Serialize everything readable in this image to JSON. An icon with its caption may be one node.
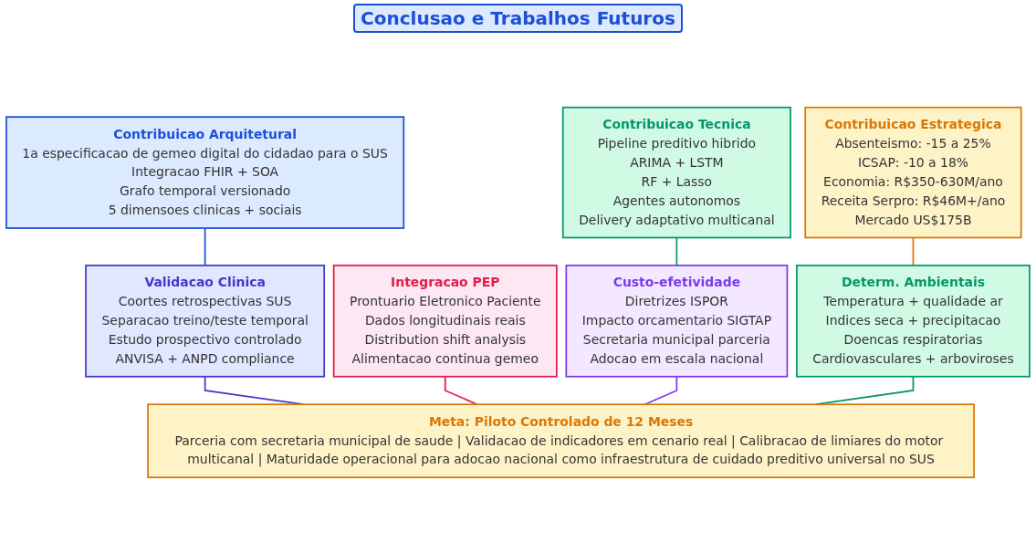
{
  "diagram": {
    "title": "Conclusao e Trabalhos Futuros",
    "nodes": [
      {
        "text": [
          "Contribuicao Arquitetural",
          "1a especificacao de gemeo digital do cidadao para o SUS",
          "Integracao FHIR + SOA",
          "Grafo temporal versionado",
          "5 dimensoes clinicas + sociais"
        ]
      },
      {
        "text": [
          "Contribuicao Tecnica",
          "Pipeline preditivo hibrido",
          "ARIMA + LSTM",
          "RF + Lasso",
          "Agentes autonomos",
          "Delivery adaptativo multicanal"
        ]
      },
      {
        "text": [
          "Contribuicao Estrategica",
          "Absenteismo: -15 a 25%",
          "ICSAP: -10 a 18%",
          "Economia: R$350-630M/ano",
          "Receita Serpro: R$46M+/ano",
          "Mercado US$175B"
        ]
      },
      {
        "text": [
          "Validacao Clinica",
          "Coortes retrospectivas SUS",
          "Separacao treino/teste temporal",
          "Estudo prospectivo controlado",
          "ANVISA + ANPD compliance"
        ]
      },
      {
        "text": [
          "Integracao PEP",
          "Prontuario Eletronico Paciente",
          "Dados longitudinais reais",
          "Distribution shift analysis",
          "Alimentacao continua gemeo"
        ]
      },
      {
        "text": [
          "Custo-efetividade",
          "Diretrizes ISPOR",
          "Impacto orcamentario SIGTAP",
          "Secretaria municipal parceria",
          "Adocao em escala nacional"
        ]
      },
      {
        "text": [
          "Determ. Ambientais",
          "Temperatura + qualidade ar",
          "Indices seca + precipitacao",
          "Doencas respiratorias",
          "Cardiovasculares + arboviroses"
        ]
      },
      {
        "text": [
          "Meta: Piloto Controlado de 12 Meses",
          "Parceria com secretaria municipal de saude | Validacao de indicadores em cenario real | Calibracao de limiares do motor multicanal | Maturidade operacional para adocao nacional como infraestrutura de cuidado preditivo universal no SUS"
        ]
      }
    ],
    "edges": [
      {
        "from": 0,
        "to": 3,
        "arrow": "none",
        "color": "#1d4ed8"
      },
      {
        "from": 1,
        "to": 5,
        "arrow": "none",
        "color": "#059669"
      },
      {
        "from": 2,
        "to": 6,
        "arrow": "none",
        "color": "#d97706"
      },
      {
        "from": 3,
        "to": 7,
        "arrow": "none",
        "color": "#4338ca"
      },
      {
        "from": 4,
        "to": 7,
        "arrow": "none",
        "color": "#e11d48"
      },
      {
        "from": 5,
        "to": 7,
        "arrow": "none",
        "color": "#7c3aed"
      },
      {
        "from": 6,
        "to": 7,
        "arrow": "none",
        "color": "#059669"
      }
    ]
  }
}
